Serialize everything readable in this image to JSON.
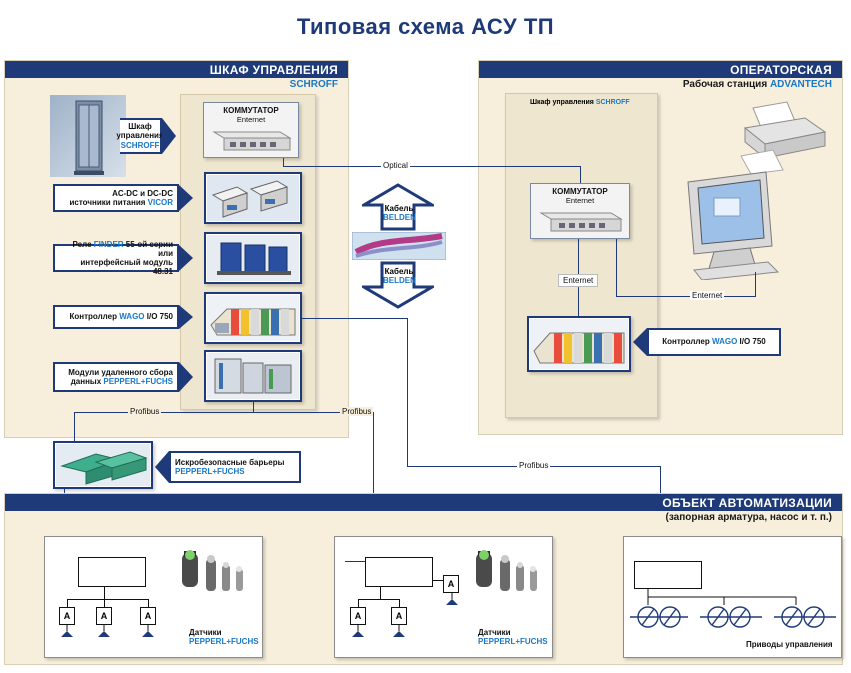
{
  "title": "Типовая схема АСУ ТП",
  "cabinet": {
    "header": "ШКАФ УПРАВЛЕНИЯ",
    "brand": "SCHROFF",
    "rack_label": {
      "line1": "Шкаф",
      "line2": "управления",
      "brand": "SCHROFF"
    },
    "switch": {
      "title": "КОММУТАТОР",
      "sub": "Enternet"
    },
    "psu_label": {
      "line1": "AC-DC и DC-DC",
      "line2_prefix": "источники питания ",
      "brand": "VICOR"
    },
    "relay_label": {
      "line1_prefix": "Реле ",
      "brand": "FINDER",
      "line1_suffix": " 55-ой серии или",
      "line2": "интерфейсный модуль 48.31"
    },
    "controller_label": {
      "prefix": "Контроллер ",
      "brand": "WAGO",
      "suffix": " I/O 750"
    },
    "remote_label": {
      "line1": "Модули удаленного сбора",
      "line2_prefix": "данных ",
      "brand": "PEPPERL+FUCHS"
    }
  },
  "barrier_label": {
    "line1": "Искробезопасные барьеры",
    "brand": "PEPPERL+FUCHS"
  },
  "cable": {
    "label": "Кабель",
    "brand": "BELDEN"
  },
  "links": {
    "optical": "Optical",
    "profibus": "Profibus",
    "ethernet": "Enternet"
  },
  "operator": {
    "header": "ОПЕРАТОРСКАЯ",
    "workstation_prefix": "Рабочая станция ",
    "workstation_brand": "ADVANTECH",
    "inner_cabinet_prefix": "Шкаф управления ",
    "inner_cabinet_brand": "SCHROFF",
    "switch": {
      "title": "КОММУТАТОР",
      "sub": "Enternet"
    },
    "controller_label": {
      "prefix": "Контроллер ",
      "brand": "WAGO",
      "suffix": " I/O 750"
    }
  },
  "object": {
    "header": "ОБЪЕКТ АВТОМАТИЗАЦИИ",
    "sub": "(запорная арматура, насос и т. п.)",
    "sensors": {
      "line1": "Датчики",
      "brand": "PEPPERL+FUCHS"
    },
    "actuators": "Приводы управления",
    "a_mark": "A"
  },
  "colors": {
    "brand_navy": "#1e3a78",
    "accent_blue": "#1a78c8",
    "panel_bg": "#f7efdc"
  }
}
